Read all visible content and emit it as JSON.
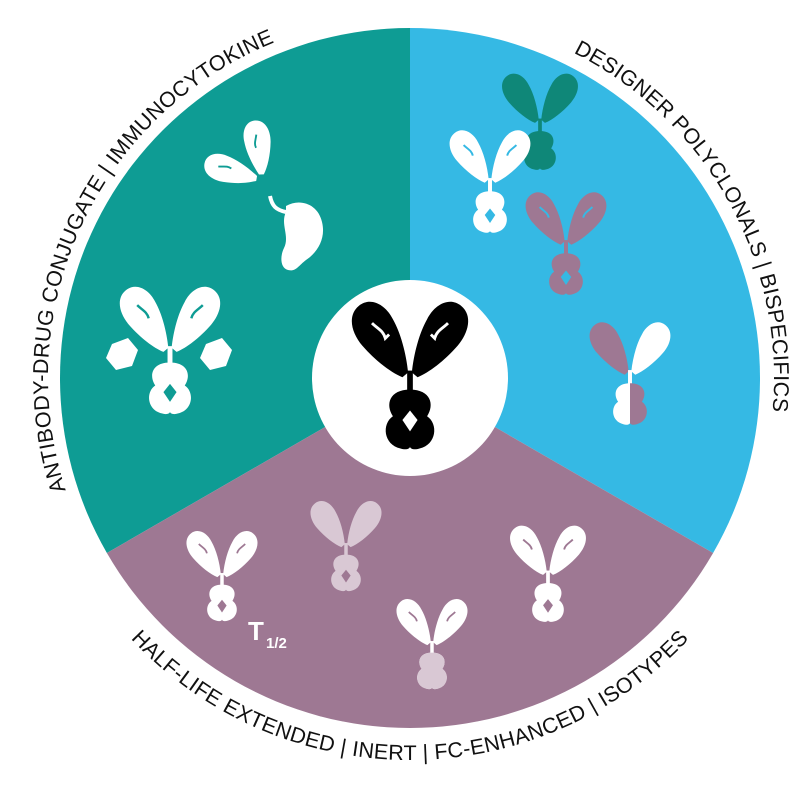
{
  "diagram": {
    "colors": {
      "teal": "#0e9c94",
      "sky": "#35b9e4",
      "mauve": "#9e7893",
      "center": "#ffffff",
      "center_antibody": "#000000",
      "dark_green_antibody": "#0f8778",
      "light_mauve_antibody": "#d9c8d4"
    },
    "labels": {
      "top_left": "ANTIBODY-DRUG CONJUGATE | IMMUNOCYTOKINE",
      "top_right": "DESIGNER POLYCLONALS | BISPECIFICS",
      "bottom": "HALF-LIFE EXTENDED | INERT | FC-ENHANCED | ISOTYPES"
    },
    "half_life": {
      "main": "T",
      "sub": "1/2"
    },
    "icons": [
      "center-antibody-icon",
      "immunocytokine-icon",
      "antibody-drug-conjugate-icon",
      "designer-polyclonal-icon",
      "bispecific-icon",
      "half-life-extended-icon",
      "inert-antibody-icon",
      "fc-enhanced-icon",
      "isotype-icon"
    ]
  }
}
